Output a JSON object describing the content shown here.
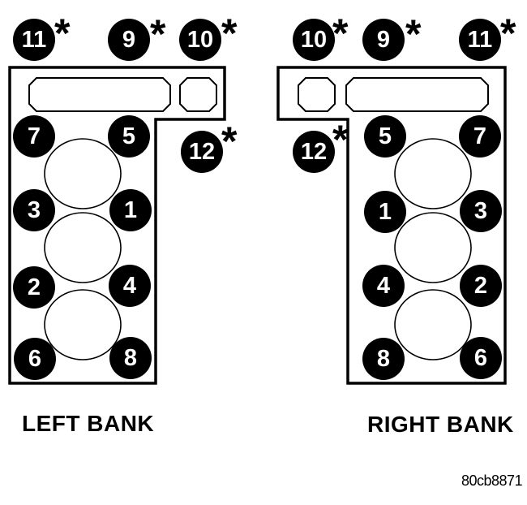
{
  "diagram": {
    "title": "cylinder-head-bolt-torque-sequence",
    "figure_code": "80cb8871",
    "asterisk_symbol": "*",
    "colors": {
      "background": "#ffffff",
      "line": "#000000",
      "bolt_fill": "#000000",
      "bolt_number": "#ffffff"
    },
    "banks": [
      {
        "label": "LEFT BANK",
        "bolts": [
          {
            "number": "11",
            "starred": true
          },
          {
            "number": "9",
            "starred": true
          },
          {
            "number": "10",
            "starred": true
          },
          {
            "number": "7",
            "starred": false
          },
          {
            "number": "5",
            "starred": false
          },
          {
            "number": "12",
            "starred": true
          },
          {
            "number": "3",
            "starred": false
          },
          {
            "number": "1",
            "starred": false
          },
          {
            "number": "2",
            "starred": false
          },
          {
            "number": "4",
            "starred": false
          },
          {
            "number": "6",
            "starred": false
          },
          {
            "number": "8",
            "starred": false
          }
        ]
      },
      {
        "label": "RIGHT BANK",
        "bolts": [
          {
            "number": "10",
            "starred": true
          },
          {
            "number": "9",
            "starred": true
          },
          {
            "number": "11",
            "starred": true
          },
          {
            "number": "5",
            "starred": false
          },
          {
            "number": "7",
            "starred": false
          },
          {
            "number": "12",
            "starred": true
          },
          {
            "number": "1",
            "starred": false
          },
          {
            "number": "3",
            "starred": false
          },
          {
            "number": "4",
            "starred": false
          },
          {
            "number": "2",
            "starred": false
          },
          {
            "number": "8",
            "starred": false
          },
          {
            "number": "6",
            "starred": false
          }
        ]
      }
    ]
  }
}
